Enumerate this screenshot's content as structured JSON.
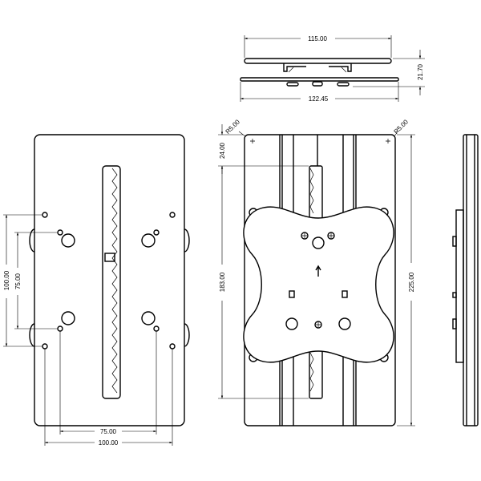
{
  "dimensions": {
    "top_view": {
      "upper_width": "115.00",
      "lower_width": "122.45",
      "height": "21.70"
    },
    "front_view": {
      "corner_radius_left": "R5.00",
      "corner_radius_right": "R5.00",
      "top_offset": "24.00",
      "slot_length": "183.00",
      "overall_height": "225.00"
    },
    "back_view": {
      "hole_spacing_vertical_outer": "100.00",
      "hole_spacing_vertical_inner": "75.00",
      "hole_spacing_horizontal_inner": "75.00",
      "hole_spacing_horizontal_outer": "100.00"
    }
  }
}
